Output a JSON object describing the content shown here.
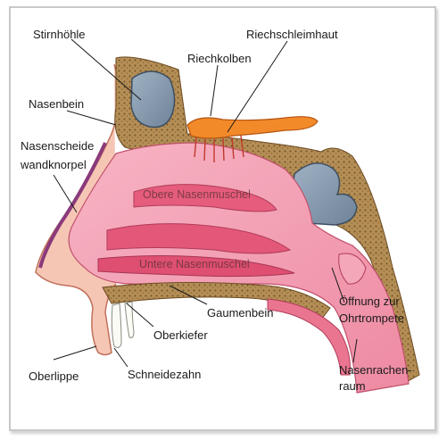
{
  "labels": {
    "stirnhoehle": "Stirnhöhle",
    "riechschleimhaut": "Riechschleimhaut",
    "riechkolben": "Riechkolben",
    "nasenbein": "Nasenbein",
    "nasenscheide_1": "Nasenscheide",
    "nasenscheide_2": "wandknorpel",
    "obere_nasenmuschel": "Obere Nasenmuschel",
    "untere_nasenmuschel": "Untere Nasenmuschel",
    "gaumenbein": "Gaumenbein",
    "oberkiefer": "Oberkiefer",
    "schneidezahn": "Schneidezahn",
    "oberlippe": "Oberlippe",
    "oeffnung_1": "Öffnung zur",
    "oeffnung_2": "Ohrtrompete",
    "nasenrachen_1": "Nasenrachen-",
    "nasenrachen_2": "raum"
  },
  "colors": {
    "bone": "#b08a4e",
    "sinus": "#8aa0b4",
    "mucosa": "#e86a88",
    "mucosa_light": "#f4a7b8",
    "skin": "#f0b7a5",
    "bulb": "#f28a2a"
  }
}
